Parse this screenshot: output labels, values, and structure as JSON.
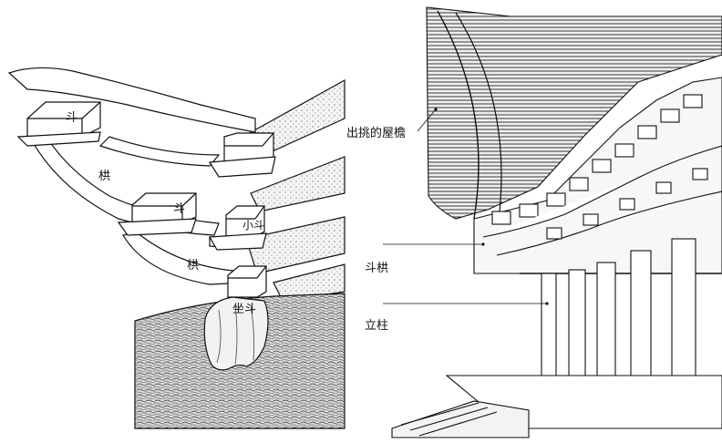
{
  "bracket_detail": {
    "labels": {
      "dou_top": "斗",
      "gong_upper": "栱",
      "dou_middle": "斗",
      "xiao_dou": "小斗",
      "gong_lower": "栱",
      "zuo_dou": "坐斗"
    }
  },
  "building_elevation": {
    "callouts": {
      "eaves": "出挑的屋檐",
      "dougong": "斗栱",
      "column": "立柱"
    }
  }
}
